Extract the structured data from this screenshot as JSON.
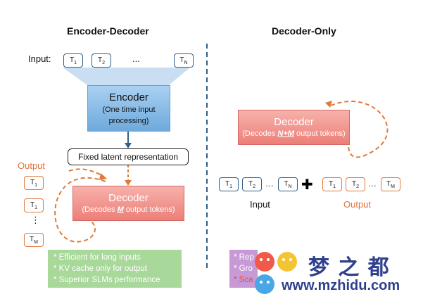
{
  "left": {
    "title": "Encoder-Decoder",
    "input_label": "Input:",
    "input_tokens": [
      "T",
      "T",
      "T"
    ],
    "input_subs": [
      "1",
      "2",
      "N"
    ],
    "ellipsis": "...",
    "encoder": {
      "title": "Encoder",
      "line1": "(One time input",
      "line2": "processing)"
    },
    "latent": "Fixed latent representation",
    "output_label": "Output",
    "output_tokens": [
      "T",
      "T",
      "T"
    ],
    "output_subs": [
      "1",
      "1",
      "M"
    ],
    "vdots": "⋮",
    "decoder": {
      "title": "Decoder",
      "pre": "(Decodes ",
      "em": "M",
      "post": " output tokens)"
    },
    "benefits": [
      "* Efficient for long inputs",
      "* KV cache only for output",
      "* Superior SLMs performance"
    ]
  },
  "right": {
    "title": "Decoder-Only",
    "decoder": {
      "title": "Decoder",
      "pre": "(Decodes ",
      "em": "N+M",
      "post": " output tokens)"
    },
    "input_tokens": [
      "T",
      "T",
      "T"
    ],
    "input_subs": [
      "1",
      "2",
      "N"
    ],
    "output_tokens": [
      "T",
      "T",
      "T"
    ],
    "output_subs": [
      "1",
      "2",
      "M"
    ],
    "ellipsis": "…",
    "plus": "✚",
    "input_label": "Input",
    "output_label": "Output",
    "benefits_partial": [
      "* Rep",
      "* Gro",
      "* Sca"
    ]
  },
  "watermark": {
    "chinese": "梦 之 都",
    "url": "www.mzhidu.com"
  },
  "colors": {
    "accent_orange": "#e07a3a",
    "divider": "#2f5f8a",
    "encoder": "#6ea9dc",
    "decoder": "#ec7f78"
  }
}
